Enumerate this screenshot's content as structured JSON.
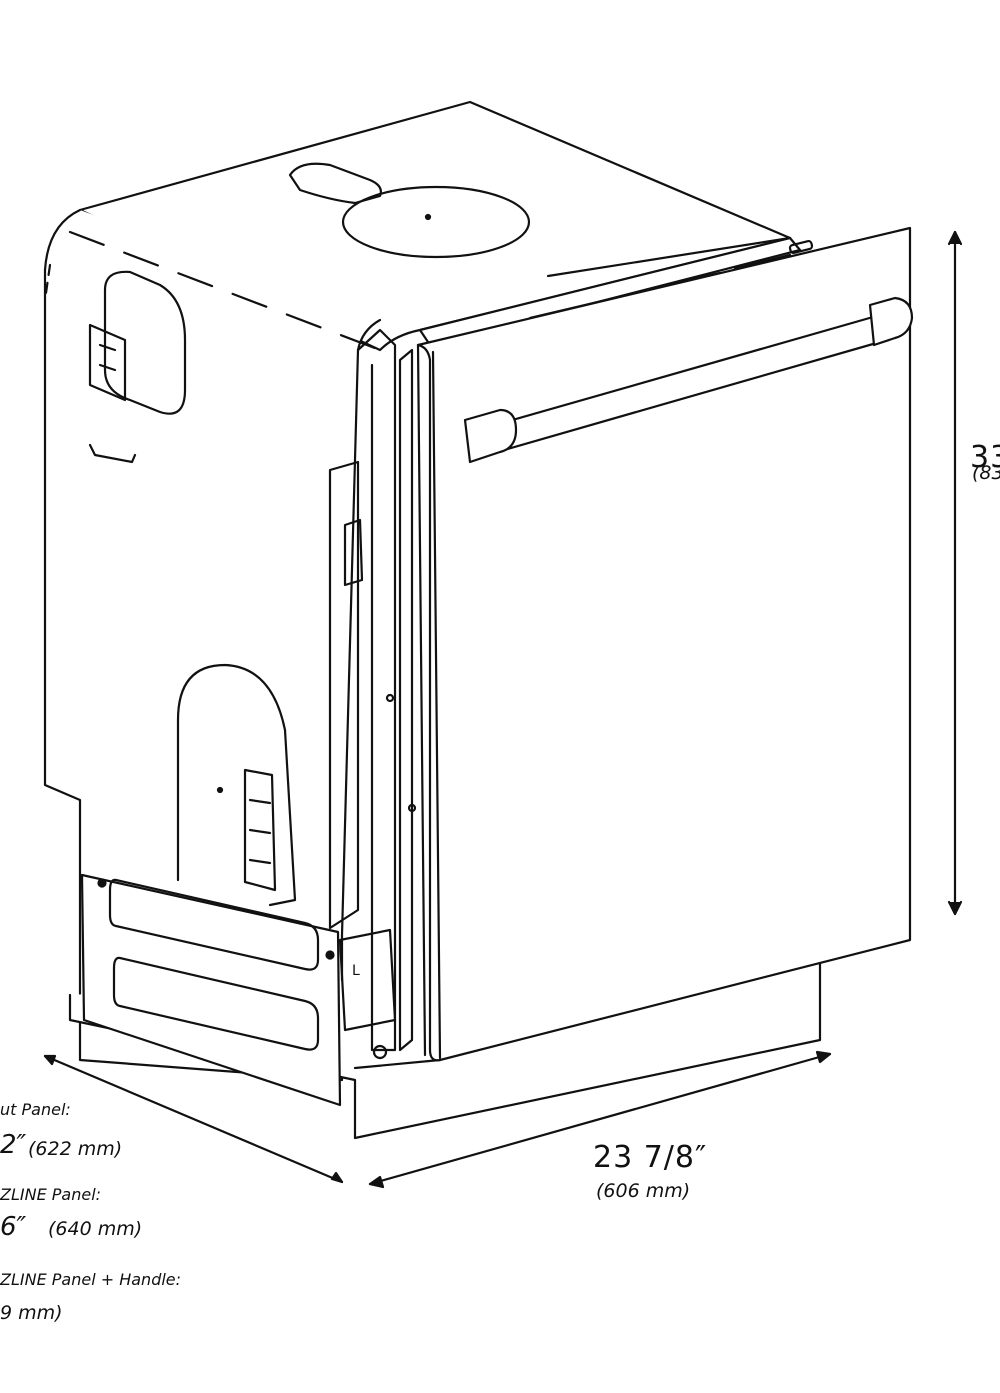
{
  "dimensions": {
    "width_main": "23 7/8″",
    "width_metric": "(606 mm)",
    "height_main": "33",
    "height_metric": "(83",
    "depth_without_panel_label": "ut Panel:",
    "depth_without_panel_main": "2″",
    "depth_without_panel_metric": "(622 mm)",
    "depth_with_panel_label": "ZLINE Panel:",
    "depth_with_panel_main": "6″",
    "depth_with_panel_metric": "(640 mm)",
    "depth_with_handle_label": "ZLINE Panel + Handle:",
    "depth_with_handle_metric": "9 mm)"
  },
  "colors": {
    "line": "#111111",
    "background": "#ffffff"
  }
}
